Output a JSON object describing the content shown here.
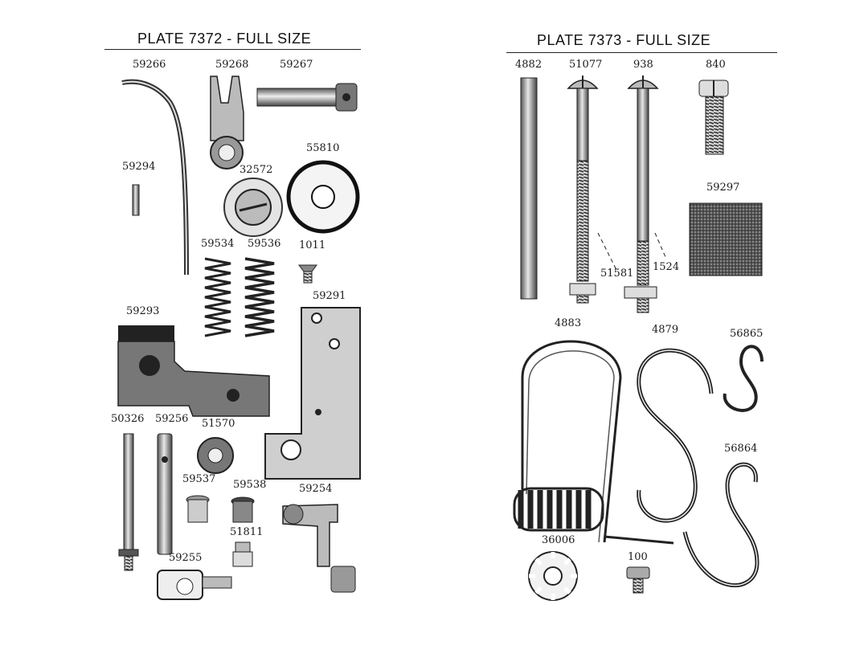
{
  "left_plate": {
    "title": "PLATE 7372 - FULL SIZE",
    "parts": {
      "p59266": "59266",
      "p59268": "59268",
      "p59267": "59267",
      "p59294": "59294",
      "p55810": "55810",
      "p32572": "32572",
      "p59534": "59534",
      "p59536": "59536",
      "p1011": "1011",
      "p59293": "59293",
      "p59291": "59291",
      "p50326": "50326",
      "p59256": "59256",
      "p51570": "51570",
      "p59537": "59537",
      "p59538": "59538",
      "p59254": "59254",
      "p51811": "51811",
      "p59255": "59255"
    }
  },
  "right_plate": {
    "title": "PLATE 7373 - FULL SIZE",
    "parts": {
      "p4882": "4882",
      "p51077": "51077",
      "p938": "938",
      "p840": "840",
      "p59297": "59297",
      "p51581": "51581",
      "p1524": "1524",
      "p4883": "4883",
      "p4879": "4879",
      "p56865": "56865",
      "p56864": "56864",
      "p36006": "36006",
      "p100": "100"
    }
  },
  "colors": {
    "ink": "#1a1a1a",
    "metal_dark": "#3a3a3a",
    "metal_mid": "#8c8c8c",
    "metal_light": "#d6d6d6"
  }
}
